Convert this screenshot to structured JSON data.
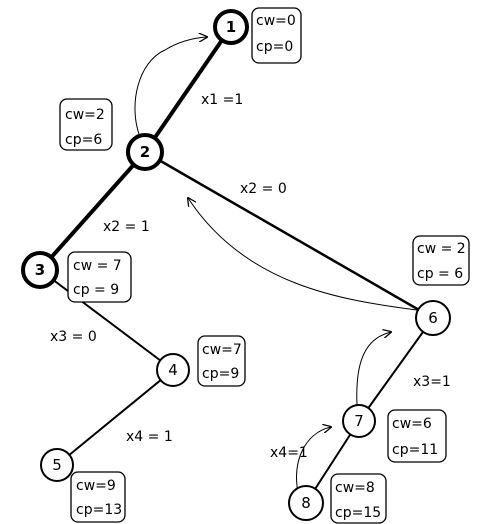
{
  "nodes": [
    {
      "id": "1",
      "label": "1",
      "bold": true
    },
    {
      "id": "2",
      "label": "2",
      "bold": true
    },
    {
      "id": "3",
      "label": "3",
      "bold": true
    },
    {
      "id": "4",
      "label": "4",
      "bold": false
    },
    {
      "id": "5",
      "label": "5",
      "bold": false
    },
    {
      "id": "6",
      "label": "6",
      "bold": false
    },
    {
      "id": "7",
      "label": "7",
      "bold": false
    },
    {
      "id": "8",
      "label": "8",
      "bold": false
    }
  ],
  "edges": [
    {
      "from": "1",
      "to": "2",
      "label": "x1 =1",
      "bold": true
    },
    {
      "from": "2",
      "to": "3",
      "label": "x2 = 1",
      "bold": true
    },
    {
      "from": "2",
      "to": "6",
      "label": "x2 = 0",
      "bold": false
    },
    {
      "from": "3",
      "to": "4",
      "label": "x3 = 0",
      "bold": false
    },
    {
      "from": "4",
      "to": "5",
      "label": "x4 = 1",
      "bold": false
    },
    {
      "from": "6",
      "to": "7",
      "label": "x3=1",
      "bold": false
    },
    {
      "from": "7",
      "to": "8",
      "label": "x4=1",
      "bold": false
    }
  ],
  "boxes": [
    {
      "node": "1",
      "cw": "cw=0",
      "cp": "cp=0"
    },
    {
      "node": "2",
      "cw": "cw=2",
      "cp": "cp=6"
    },
    {
      "node": "3",
      "cw": "cw = 7",
      "cp": "cp = 9"
    },
    {
      "node": "4",
      "cw": "cw=7",
      "cp": "cp=9"
    },
    {
      "node": "5",
      "cw": "cw=9",
      "cp": "cp=13"
    },
    {
      "node": "6",
      "cw": "cw = 2",
      "cp": "cp = 6"
    },
    {
      "node": "7",
      "cw": "cw=6",
      "cp": "cp=11"
    },
    {
      "node": "8",
      "cw": "cw=8",
      "cp": "cp=15"
    }
  ]
}
